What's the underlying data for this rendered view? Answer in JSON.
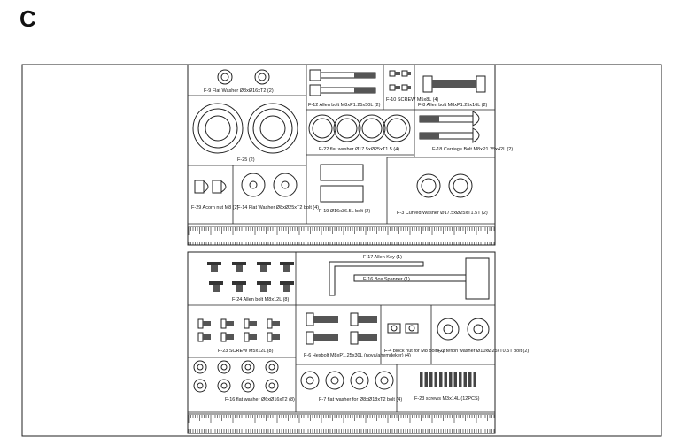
{
  "section_letter": "C",
  "top_panel": {
    "flat_washer_9": "F-9 Flat Washer Ø8xØ16xT2 (2)",
    "allen_bolt_12": "F-12 Allen bolt M8xP1.25x50L (2)",
    "screw_10": "F-10 SCREW M5x8L (4)",
    "allen_bolt_8": "F-8 Allen bolt M8xP1.25x16L (2)",
    "part_25": "F-25 (2)",
    "flat_washer_22": "F-22 flat washer Ø17.5xØ25xT1.5 (4)",
    "carriage_bolt_18": "F-18 Carriage Bolt M8xP1.25x42L (2)",
    "acorn_nut_29": "F-29 Acorn nut M8 (2)",
    "flat_washer_14": "F-14 Flat Washer Ø8xØ25xT2 bolt (4)",
    "part_19": "F-19 Ø16x36.5L bolt (2)",
    "curved_washer_3": "F-3 Curved Washer Ø17.5xØ25xT1.5T (2)"
  },
  "bottom_panel": {
    "allen_key_17": "F-17 Allen Key (1)",
    "box_spanner_16": "F-16 Box Spanner (1)",
    "allen_bolt_24": "F-24 Allen bolt M8x12L (8)",
    "screw_23": "F-23 SCREW M5x12L (8)",
    "hex_bolt_6": "F-6 Hexbolt M8xP1.25x30L (nova/ahemdeker) (4)",
    "block_nut_4": "F-4 block nut for M8 bolt (2)",
    "teflon_washer_2": "F-2 teflon washer Ø10xØ25xT0.5T bolt (2)",
    "flat_washer_16": "F-16 flat washer Ø6xØ16xT2 (8)",
    "flat_washer_7": "F-7 flat washer for Ø8xØ18xT2 bolt (4)",
    "screws_23": "F-23 screws M3x14L (12PCS)"
  }
}
